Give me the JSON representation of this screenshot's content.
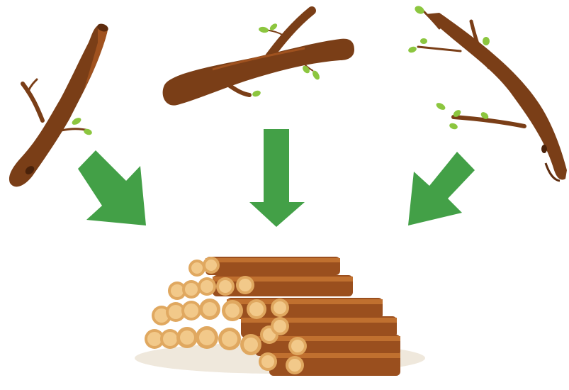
{
  "scene": {
    "subject": "branches-to-firewood",
    "colors": {
      "background": "#ffffff",
      "arrow": "#43a047",
      "bark": "#7a3e17",
      "bark_dark": "#5e2c0e",
      "bark_light": "#a0521f",
      "log_side": "#9a4f1e",
      "log_side_light": "#c0702f",
      "log_end": "#f2c98a",
      "log_end_ring": "#e0a860",
      "log_end_core": "#f7dcae",
      "leaf": "#8cc63f",
      "leaf_dark": "#5aa02c",
      "shadow": "#efe8dc"
    },
    "branches": [
      {
        "name": "branch-left-icon"
      },
      {
        "name": "branch-center-icon"
      },
      {
        "name": "branch-right-icon"
      }
    ],
    "arrows": [
      {
        "name": "arrow-down-right-icon",
        "direction": "down-right"
      },
      {
        "name": "arrow-down-icon",
        "direction": "down"
      },
      {
        "name": "arrow-down-left-icon",
        "direction": "down-left"
      }
    ],
    "woodpile": {
      "name": "woodpile-icon",
      "log_count": 24
    }
  }
}
